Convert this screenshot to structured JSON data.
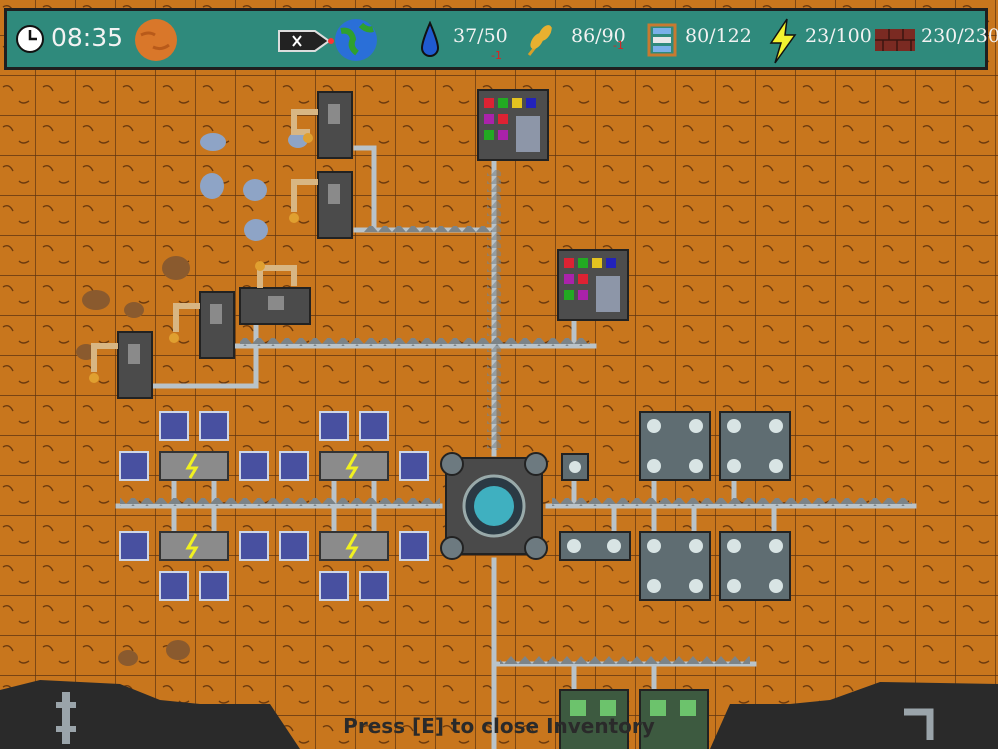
{
  "hud": {
    "time": "08:35",
    "water": "37/50",
    "water_delta": "-1",
    "food": "86/90",
    "food_delta": "-1",
    "materials": "80/122",
    "energy": "23/100",
    "bricks": "230/230",
    "icons": [
      "clock-icon",
      "mars-planet-icon",
      "rocket-icon",
      "earth-icon",
      "water-drop-icon",
      "wheat-icon",
      "materials-shelf-icon",
      "lightning-icon",
      "bricks-icon"
    ]
  },
  "hint": "Press [E] to close Inventory",
  "colors": {
    "ground": "#c8761d",
    "grid": "#6b3c10",
    "hud": "#2f8a7c",
    "pipe": "#b9c3c9"
  }
}
